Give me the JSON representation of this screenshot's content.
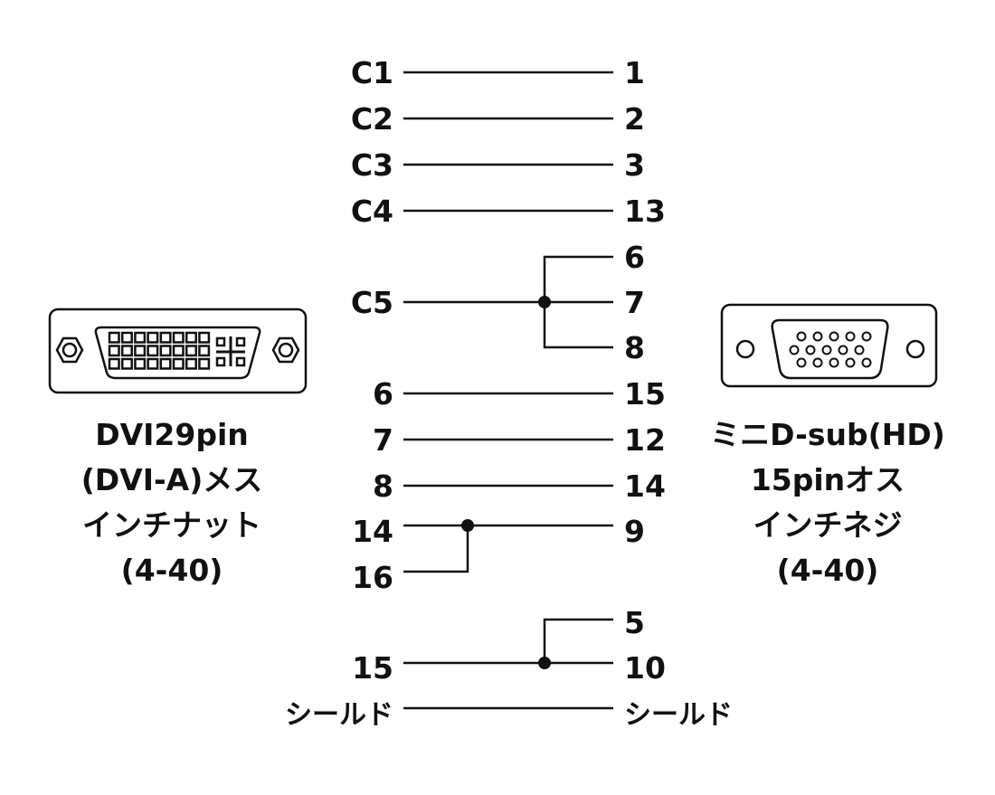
{
  "left_pins": [
    "C1",
    "C2",
    "C3",
    "C4",
    "C5",
    "6",
    "7",
    "8",
    "14",
    "16",
    "15",
    "シールド"
  ],
  "right_pins": [
    "1",
    "2",
    "3",
    "13",
    "6",
    "7",
    "8",
    "15",
    "12",
    "14",
    "9",
    "5",
    "10",
    "シールド"
  ],
  "left_connector": {
    "caption": [
      "DVI29pin",
      "(DVI-A)メス",
      "インチナット",
      "(4-40)"
    ]
  },
  "right_connector": {
    "caption": [
      "ミニD-sub(HD)",
      "15pinオス",
      "インチネジ",
      "(4-40)"
    ]
  }
}
